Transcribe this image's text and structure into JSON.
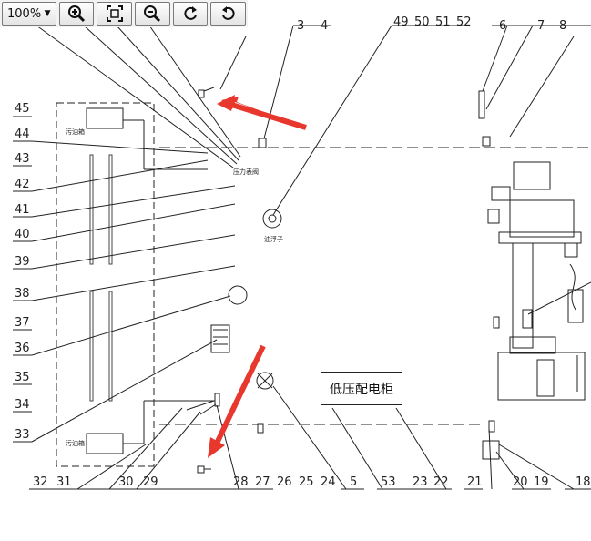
{
  "toolbar": {
    "zoom_value": "100%",
    "zoom_arrow": "▼",
    "buttons": [
      {
        "name": "zoom-in",
        "icon": "zoom-in-icon"
      },
      {
        "name": "fit-page",
        "icon": "fit-page-icon"
      },
      {
        "name": "zoom-out",
        "icon": "zoom-out-icon"
      },
      {
        "name": "rotate-clockwise",
        "icon": "rotate-clockwise-icon"
      },
      {
        "name": "rotate-counterclockwise",
        "icon": "rotate-counterclockwise-icon"
      }
    ]
  },
  "drawing": {
    "top_labels": [
      "3",
      "4",
      "49",
      "50",
      "51",
      "52",
      "6",
      "7",
      "8"
    ],
    "left_labels": [
      "45",
      "44",
      "43",
      "42",
      "41",
      "40",
      "39",
      "38",
      "37",
      "36",
      "35",
      "34",
      "33"
    ],
    "bottom_labels": [
      "32",
      "31",
      "30",
      "29",
      "28",
      "27",
      "26",
      "25",
      "24",
      "5",
      "53",
      "23",
      "22",
      "21",
      "20",
      "19",
      "18"
    ],
    "cabinet_label": "低压配电柜",
    "small_texts": {
      "oil_float": "油浮子",
      "tank_top": "污油箱",
      "tank_bottom": "污油箱",
      "valve_label": "压力表阀"
    },
    "annotation_color": "#e8372c"
  }
}
